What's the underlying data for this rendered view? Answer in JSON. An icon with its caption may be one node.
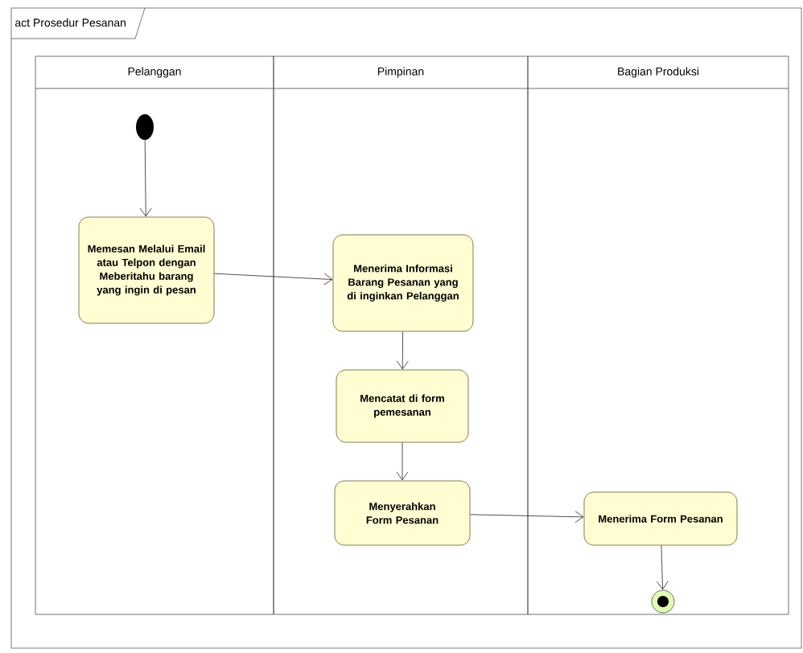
{
  "diagram": {
    "title": "act Prosedur Pesanan",
    "nodes": [
      {
        "text": [
          "Pelanggan"
        ]
      },
      {
        "text": [
          "Pimpinan"
        ]
      },
      {
        "text": [
          "Bagian Produksi"
        ]
      },
      {
        "text": [],
        "shape": "circle",
        "in": 0
      },
      {
        "text": [
          "Memesan Melalui Email atau Telpon dengan Meberitahu barang yang ingin di pesan"
        ],
        "in": 0
      },
      {
        "text": [
          "Menerima Informasi Barang Pesanan yang di inginkan Pelanggan"
        ],
        "in": 1
      },
      {
        "text": [
          "Mencatat di form pemesanan"
        ],
        "in": 1
      },
      {
        "text": [
          "Menyerahkan Form Pesanan"
        ],
        "in": 1
      },
      {
        "text": [
          "Menerima Form Pesanan"
        ],
        "in": 2
      },
      {
        "text": [],
        "shape": "circle",
        "in": 2
      }
    ],
    "edges": [
      {
        "from": 3,
        "to": 4,
        "arrow": "to"
      },
      {
        "from": 4,
        "to": 5,
        "arrow": "to"
      },
      {
        "from": 5,
        "to": 6,
        "arrow": "to"
      },
      {
        "from": 6,
        "to": 7,
        "arrow": "to"
      },
      {
        "from": 7,
        "to": 8,
        "arrow": "to"
      },
      {
        "from": 8,
        "to": 9,
        "arrow": "to"
      }
    ]
  }
}
